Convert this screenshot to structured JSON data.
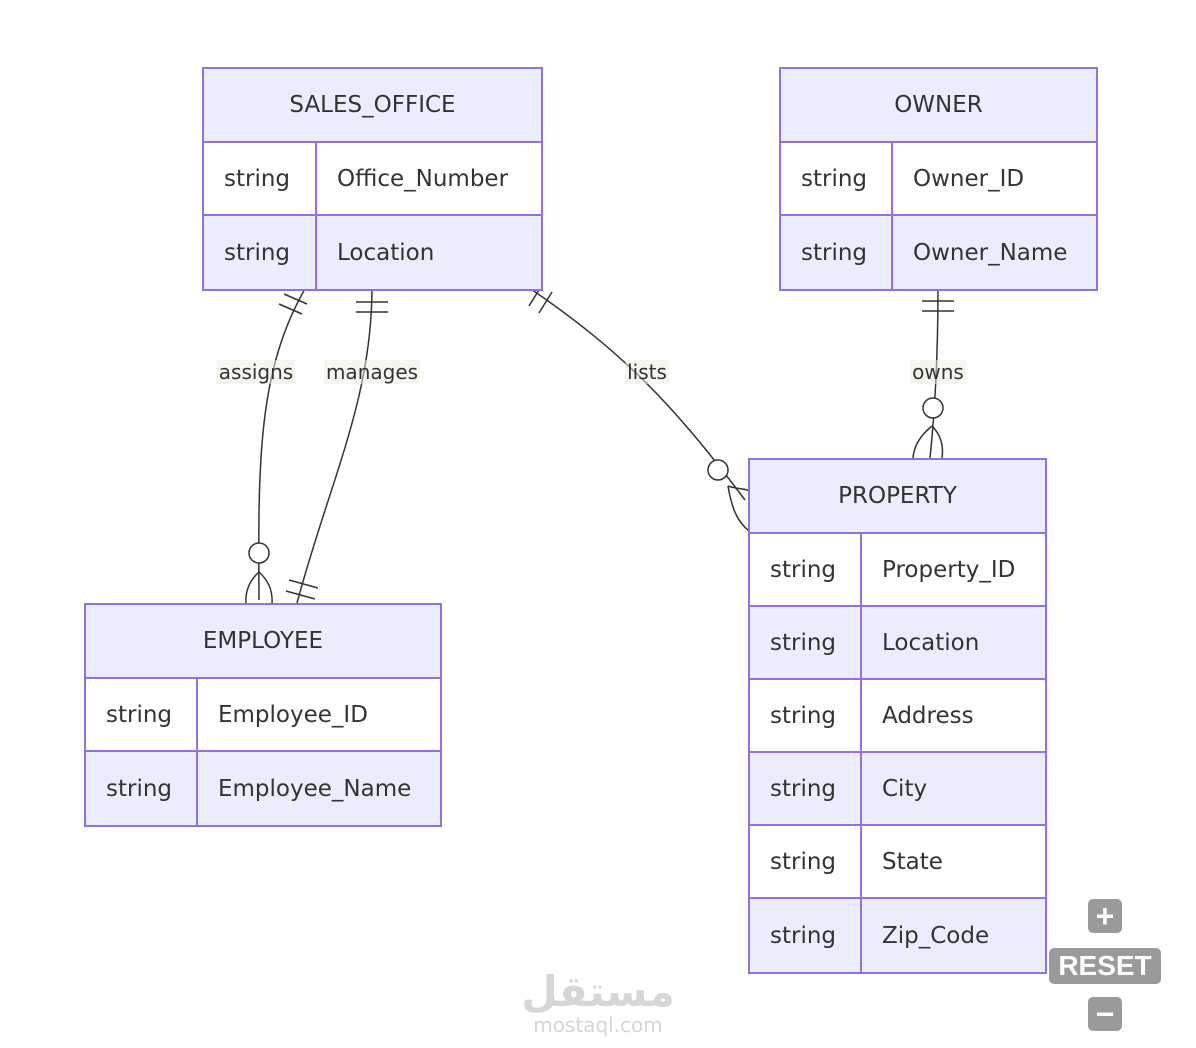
{
  "entities": {
    "sales_office": {
      "name": "SALES_OFFICE",
      "attributes": [
        {
          "type": "string",
          "name": "Office_Number"
        },
        {
          "type": "string",
          "name": "Location"
        }
      ]
    },
    "owner": {
      "name": "OWNER",
      "attributes": [
        {
          "type": "string",
          "name": "Owner_ID"
        },
        {
          "type": "string",
          "name": "Owner_Name"
        }
      ]
    },
    "employee": {
      "name": "EMPLOYEE",
      "attributes": [
        {
          "type": "string",
          "name": "Employee_ID"
        },
        {
          "type": "string",
          "name": "Employee_Name"
        }
      ]
    },
    "property": {
      "name": "PROPERTY",
      "attributes": [
        {
          "type": "string",
          "name": "Property_ID"
        },
        {
          "type": "string",
          "name": "Location"
        },
        {
          "type": "string",
          "name": "Address"
        },
        {
          "type": "string",
          "name": "City"
        },
        {
          "type": "string",
          "name": "State"
        },
        {
          "type": "string",
          "name": "Zip_Code"
        }
      ]
    }
  },
  "relationships": [
    {
      "id": "assigns",
      "label": "assigns",
      "from": "SALES_OFFICE",
      "to": "EMPLOYEE",
      "from_cardinality": "exactly-one",
      "to_cardinality": "zero-or-more"
    },
    {
      "id": "manages",
      "label": "manages",
      "from": "SALES_OFFICE",
      "to": "EMPLOYEE",
      "from_cardinality": "exactly-one",
      "to_cardinality": "exactly-one"
    },
    {
      "id": "lists",
      "label": "lists",
      "from": "SALES_OFFICE",
      "to": "PROPERTY",
      "from_cardinality": "exactly-one",
      "to_cardinality": "zero-or-more"
    },
    {
      "id": "owns",
      "label": "owns",
      "from": "OWNER",
      "to": "PROPERTY",
      "from_cardinality": "exactly-one",
      "to_cardinality": "zero-or-more"
    }
  ],
  "colors": {
    "entity_border": "#9370DB",
    "entity_fill": "#ECECFF",
    "row_alt_fill": "#FFFFFF",
    "edge": "#333333",
    "zoom_controls": "#9A9A9A"
  },
  "zoom_controls": {
    "zoom_in_label": "+",
    "reset_label": "RESET",
    "zoom_out_label": "−"
  },
  "watermark": {
    "logo_text": "مستقل",
    "url": "mostaql.com"
  }
}
